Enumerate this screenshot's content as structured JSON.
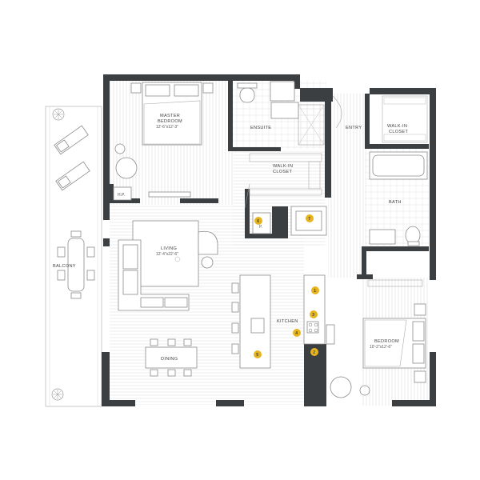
{
  "rooms": {
    "master": {
      "name": "MASTER",
      "name2": "BEDROOM",
      "dims": "12'-6\"x12'-3\""
    },
    "ensuite": {
      "name": "ENSUITE"
    },
    "walkin1": {
      "name": "WALK-IN",
      "name2": "CLOSET"
    },
    "entry": {
      "name": "ENTRY"
    },
    "walkin2": {
      "name": "WALK-IN",
      "name2": "CLOSET"
    },
    "bath": {
      "name": "BATH"
    },
    "hp": {
      "name": "H.P."
    },
    "pantry": {
      "name": "P."
    },
    "living": {
      "name": "LIVING",
      "dims": "12'-4\"x22'-6\""
    },
    "balcony": {
      "name": "BALCONY"
    },
    "kitchen": {
      "name": "KITCHEN"
    },
    "dining": {
      "name": "DINING"
    },
    "bedroom": {
      "name": "BEDROOM",
      "dims": "10'-2\"x12'-6\""
    }
  },
  "markers": [
    "1",
    "2",
    "3",
    "4",
    "5",
    "6",
    "7"
  ],
  "colors": {
    "wall": "#3c3f41",
    "marker": "#e6b41e",
    "floor_line": "#d9d9d9"
  }
}
